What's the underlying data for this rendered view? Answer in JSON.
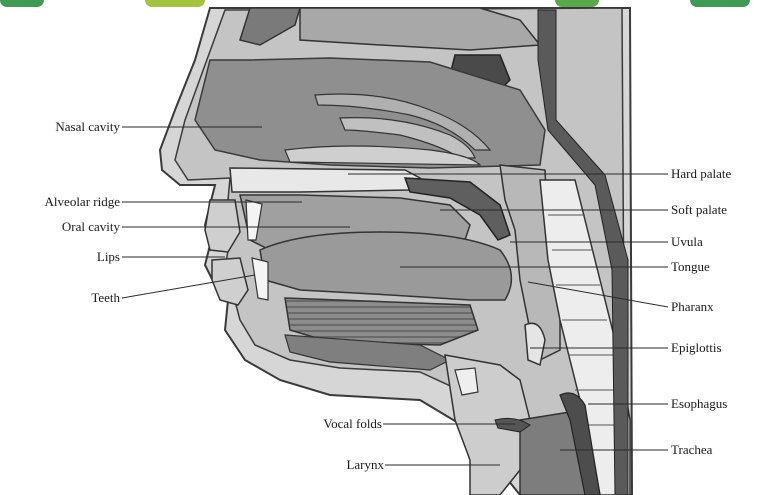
{
  "labels": {
    "left": {
      "nasal_cavity": "Nasal cavity",
      "alveolar_ridge": "Alveolar ridge",
      "oral_cavity": "Oral cavity",
      "lips": "Lips",
      "teeth": "Teeth"
    },
    "right": {
      "hard_palate": "Hard palate",
      "soft_palate": "Soft palate",
      "uvula": "Uvula",
      "tongue": "Tongue",
      "pharanx": "Pharanx",
      "epiglottis": "Epiglottis",
      "esophagus": "Esophagus",
      "trachea": "Trachea"
    },
    "bottom": {
      "vocal_folds": "Vocal folds",
      "larynx": "Larynx"
    }
  },
  "colors": {
    "outline": "#3a3a3a",
    "skin": "#d9d9d9",
    "tissue_mid": "#b5b5b5",
    "tissue_dark": "#6e6e6e",
    "cavity_light": "#ececec",
    "tab_green": "#3f9a54",
    "tab_yellow": "#a3c43d"
  }
}
